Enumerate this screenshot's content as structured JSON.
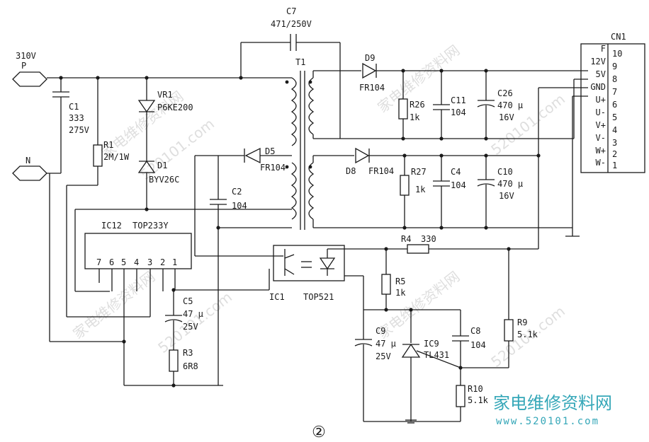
{
  "nets": {
    "input_voltage": "310V",
    "p": "P",
    "n": "N"
  },
  "components": {
    "c7": {
      "ref": "C7",
      "value": "471/250V"
    },
    "t1": {
      "ref": "T1"
    },
    "d9": {
      "ref": "D9",
      "value": "FR104"
    },
    "c1": {
      "ref": "C1",
      "value1": "333",
      "value2": "275V"
    },
    "vr1": {
      "ref": "VR1",
      "value": "P6KE200"
    },
    "r1": {
      "ref": "R1",
      "value": "2M/1W"
    },
    "d1": {
      "ref": "D1",
      "value": "BYV26C"
    },
    "d5": {
      "ref": "D5",
      "value": "FR104"
    },
    "d8": {
      "ref": "D8",
      "value": "FR104"
    },
    "c2": {
      "ref": "C2",
      "value": "104"
    },
    "ic12": {
      "ref": "IC12",
      "value": "TOP233Y",
      "pins": [
        "7",
        "6",
        "5",
        "4",
        "3",
        "2",
        "1"
      ]
    },
    "r26": {
      "ref": "R26",
      "value": "1k"
    },
    "c11": {
      "ref": "C11",
      "value": "104"
    },
    "c26": {
      "ref": "C26",
      "value1": "470 μ",
      "value2": "16V"
    },
    "r27": {
      "ref": "R27",
      "value": "1k"
    },
    "c4": {
      "ref": "C4",
      "value": "104"
    },
    "c10": {
      "ref": "C10",
      "value1": "470 μ",
      "value2": "16V"
    },
    "r4": {
      "ref": "R4",
      "value": "330"
    },
    "ic1": {
      "ref": "IC1",
      "value": "TOP521"
    },
    "c5": {
      "ref": "C5",
      "value1": "47 μ",
      "value2": "25V"
    },
    "r5": {
      "ref": "R5",
      "value": "1k"
    },
    "r3": {
      "ref": "R3",
      "value": "6R8"
    },
    "c9": {
      "ref": "C9",
      "value1": "47 μ",
      "value2": "25V"
    },
    "ic9": {
      "ref": "IC9",
      "value": "TL431"
    },
    "c8": {
      "ref": "C8",
      "value": "104"
    },
    "r9": {
      "ref": "R9",
      "value": "5.1k"
    },
    "r10": {
      "ref": "R10",
      "value": "5.1k"
    }
  },
  "connector": {
    "ref": "CN1",
    "pins": [
      {
        "label": "F",
        "num": "10"
      },
      {
        "label": "12V",
        "num": "9"
      },
      {
        "label": "5V",
        "num": "8"
      },
      {
        "label": "GND",
        "num": "7"
      },
      {
        "label": "U+",
        "num": "6"
      },
      {
        "label": "U-",
        "num": "5"
      },
      {
        "label": "V+",
        "num": "4"
      },
      {
        "label": "V-",
        "num": "3"
      },
      {
        "label": "W+",
        "num": "2"
      },
      {
        "label": "W-",
        "num": "1"
      }
    ]
  },
  "figure_number": "②",
  "watermark": {
    "text": "家电维修资料网",
    "url": "520101.com"
  },
  "brand": {
    "name": "家电维修资料网",
    "url": "www.520101.com"
  }
}
